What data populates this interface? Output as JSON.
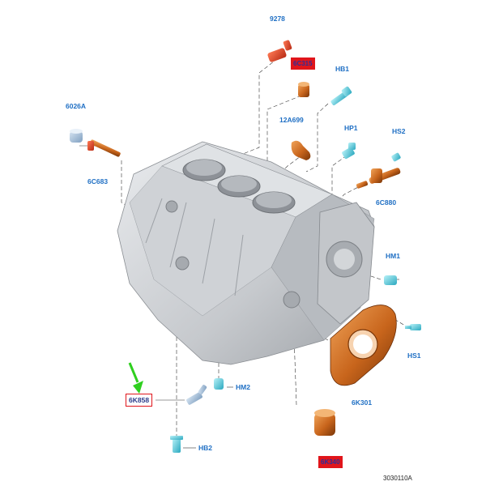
{
  "diagram": {
    "figure_ref": "3030110A",
    "labels": {
      "p9278": "9278",
      "p6026A": "6026A",
      "p6C683": "6C683",
      "pHB1": "HB1",
      "p12A699": "12A699",
      "pHP1": "HP1",
      "pHS2": "HS2",
      "p6C880": "6C880",
      "pHM1": "HM1",
      "pHS1": "HS1",
      "p6K301": "6K301",
      "pHM2": "HM2",
      "p6K858": "6K858",
      "pHB2": "HB2",
      "pRedTop": "6C315",
      "pRedBottom": "6K340"
    },
    "colors": {
      "label_blue": "#1f6fc4",
      "highlight_red": "#e0151b",
      "part_orange": "#c8651c",
      "fastener_cyan": "#5ad0e0",
      "arrow_green": "#2fcf1f",
      "block_grey": "#c9ccd0"
    }
  }
}
